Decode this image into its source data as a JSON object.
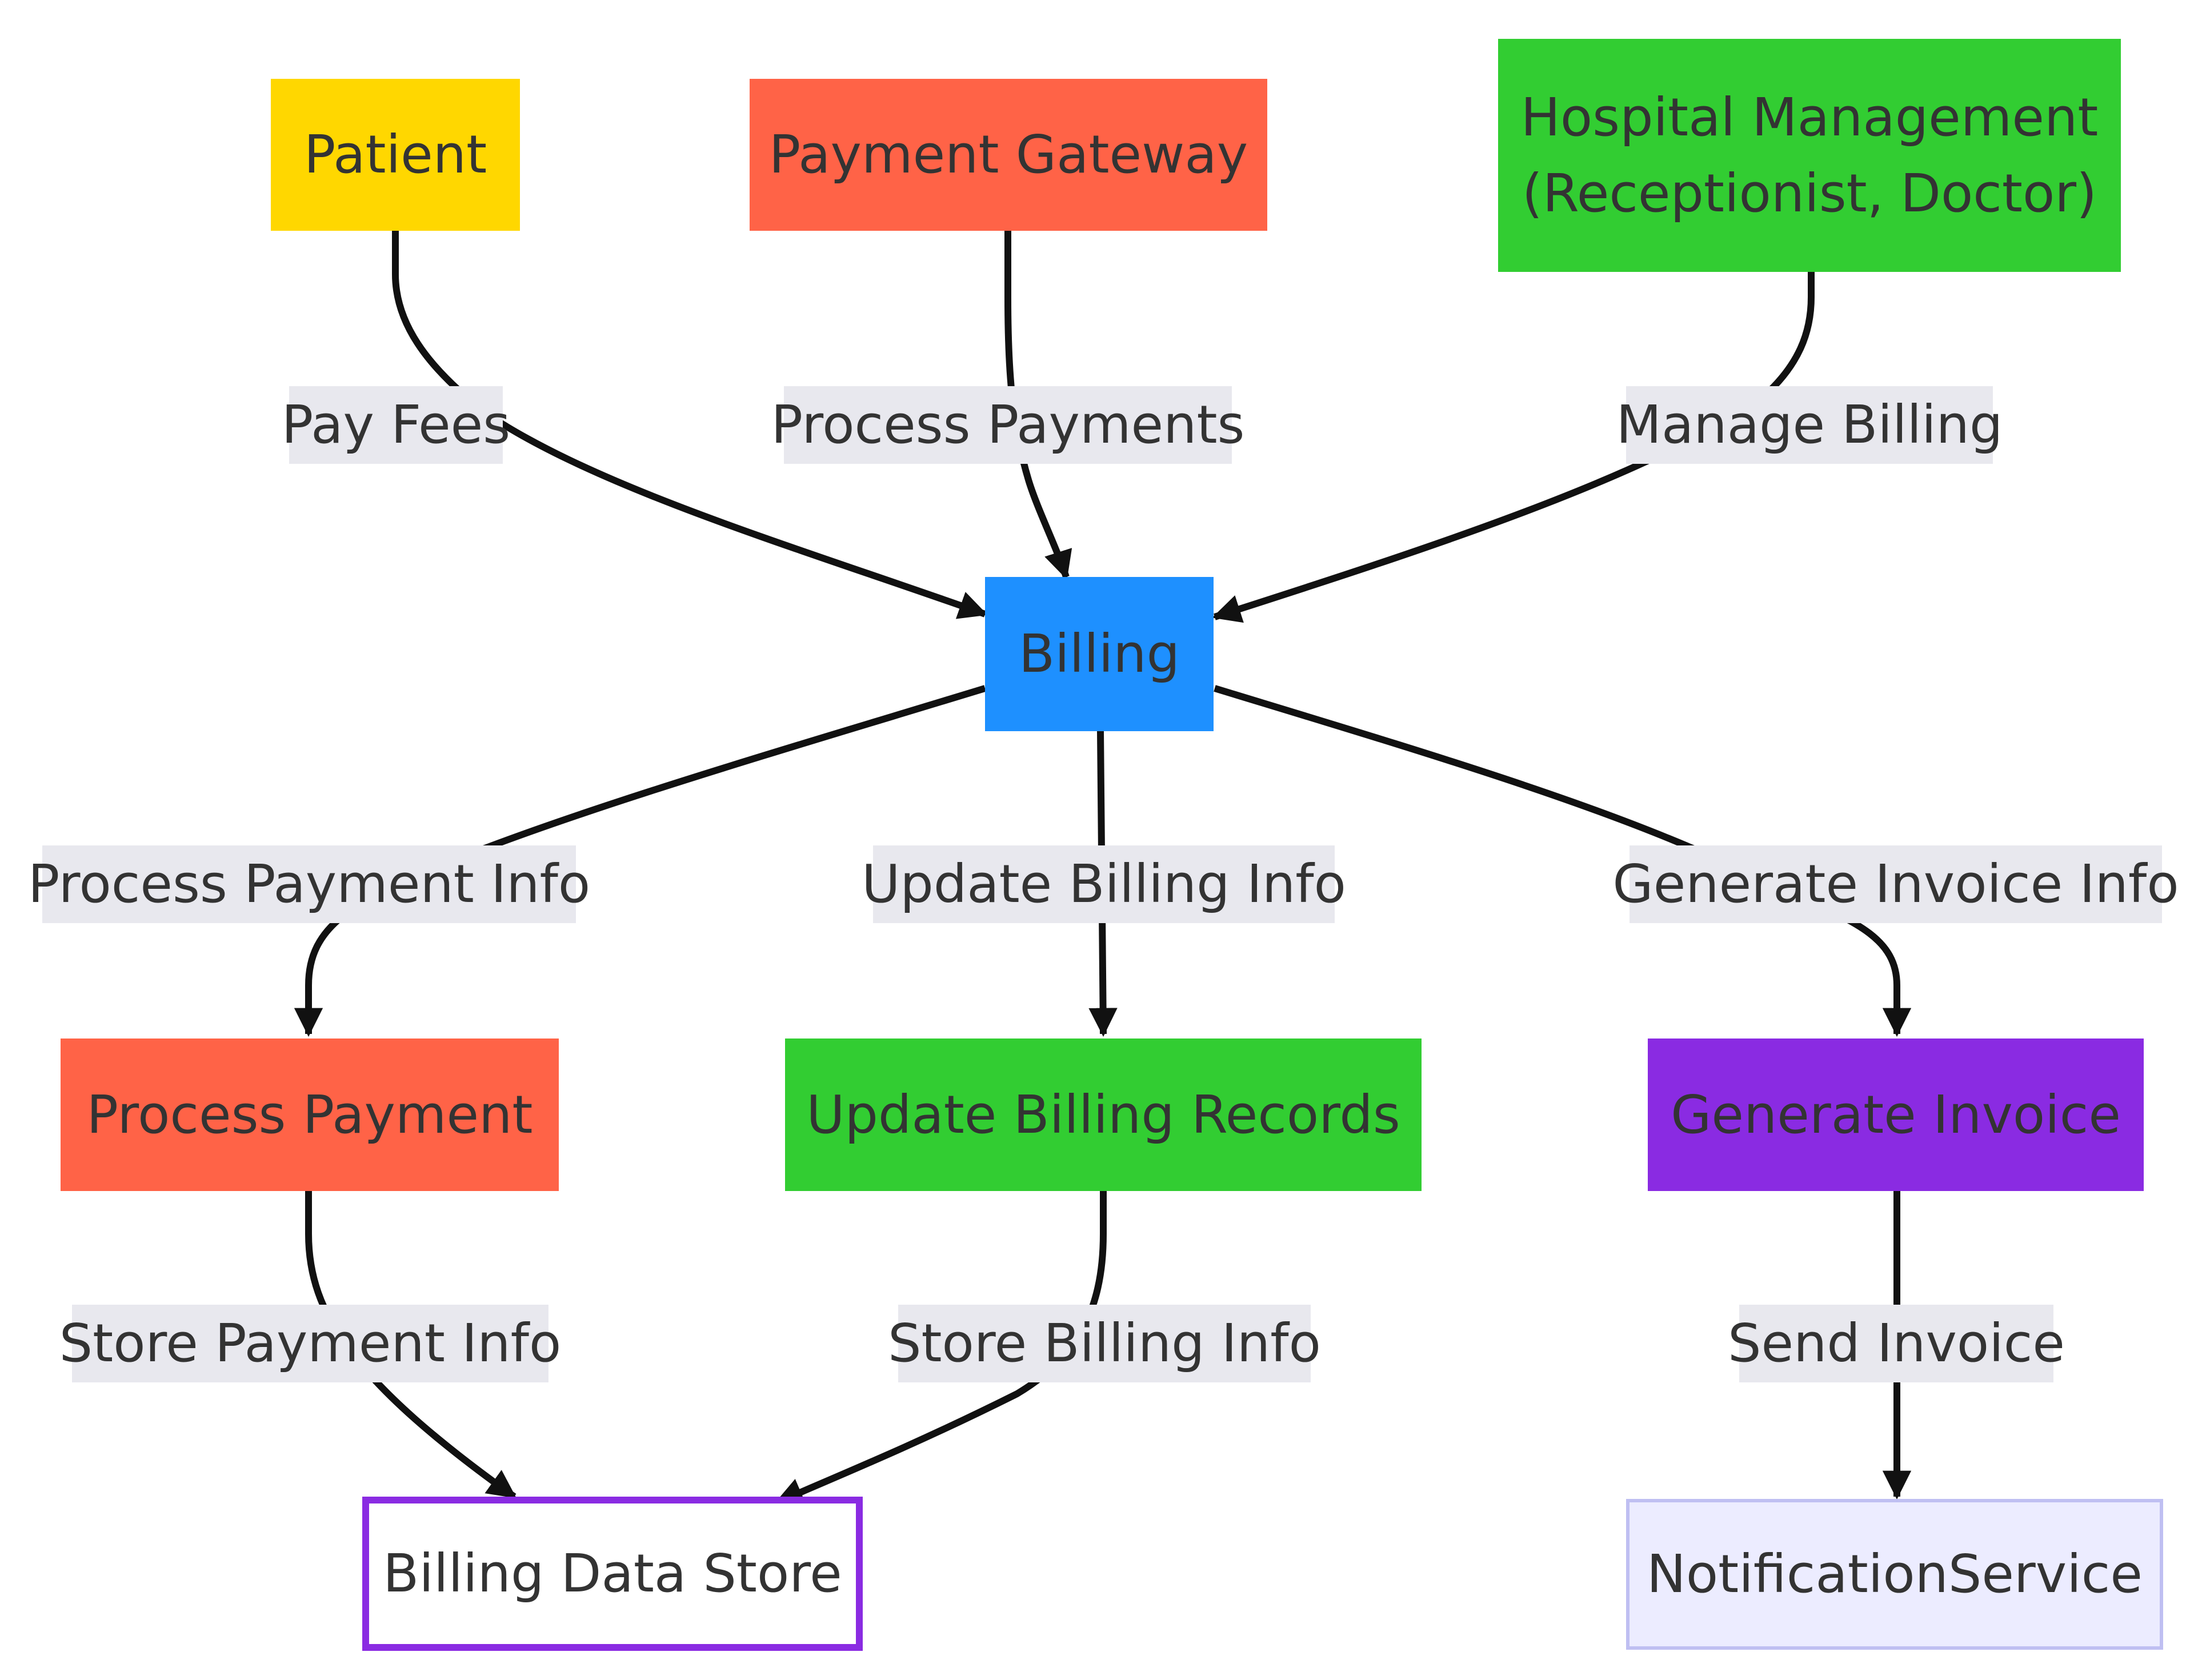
{
  "nodes": {
    "patient": {
      "label": "Patient",
      "fill": "#FFD700"
    },
    "payment_gateway": {
      "label": "Payment Gateway",
      "fill": "#FF6347"
    },
    "hospital_management": {
      "label": "Hospital Management\n(Receptionist, Doctor)",
      "fill": "#32CD32"
    },
    "billing": {
      "label": "Billing",
      "fill": "#1E90FF"
    },
    "process_payment": {
      "label": "Process Payment",
      "fill": "#FF6347"
    },
    "update_billing_records": {
      "label": "Update Billing Records",
      "fill": "#32CD32"
    },
    "generate_invoice": {
      "label": "Generate Invoice",
      "fill": "#8A2BE2"
    },
    "billing_data_store": {
      "label": "Billing Data Store",
      "fill": "#FFFFFF",
      "stroke": "#8A2BE2"
    },
    "notification_service": {
      "label": "NotificationService",
      "fill": "#ECECFF",
      "stroke": "#BFBFF2"
    }
  },
  "edges": {
    "pay_fees": "Pay Fees",
    "process_payments": "Process Payments",
    "manage_billing": "Manage Billing",
    "process_payment_info": "Process Payment Info",
    "update_billing_info": "Update Billing Info",
    "generate_invoice_info": "Generate Invoice Info",
    "store_payment_info": "Store Payment Info",
    "store_billing_info": "Store Billing Info",
    "send_invoice": "Send Invoice"
  },
  "colors": {
    "edge": "#111111",
    "label_bg": "#E8E8EE",
    "text": "#333333"
  }
}
